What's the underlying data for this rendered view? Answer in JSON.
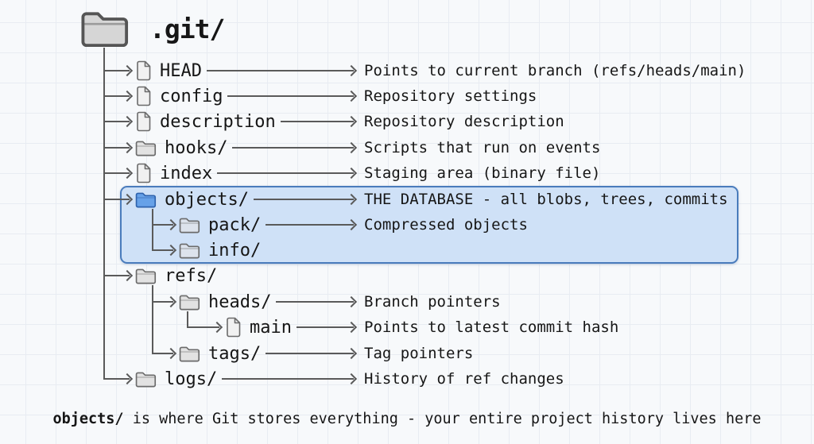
{
  "title": {
    "text": ".git/"
  },
  "tree": {
    "items": [
      {
        "name": "HEAD",
        "type": "file",
        "level": 0,
        "annotation": "Points to current branch (refs/heads/main)"
      },
      {
        "name": "config",
        "type": "file",
        "level": 0,
        "annotation": "Repository settings"
      },
      {
        "name": "description",
        "type": "file",
        "level": 0,
        "annotation": "Repository description"
      },
      {
        "name": "hooks/",
        "type": "folder",
        "level": 0,
        "annotation": "Scripts that run on events"
      },
      {
        "name": "index",
        "type": "file",
        "level": 0,
        "annotation": "Staging area (binary file)"
      },
      {
        "name": "objects/",
        "type": "folder-blue",
        "level": 0,
        "annotation": "THE DATABASE - all blobs, trees, commits",
        "highlighted": true
      },
      {
        "name": "pack/",
        "type": "folder",
        "level": 1,
        "annotation": "Compressed objects",
        "highlighted": true
      },
      {
        "name": "info/",
        "type": "folder",
        "level": 1,
        "annotation": "",
        "highlighted": true
      },
      {
        "name": "refs/",
        "type": "folder",
        "level": 0,
        "annotation": ""
      },
      {
        "name": "heads/",
        "type": "folder",
        "level": 1,
        "annotation": "Branch pointers"
      },
      {
        "name": "main",
        "type": "file",
        "level": 2,
        "annotation": "Points to latest commit hash"
      },
      {
        "name": "tags/",
        "type": "folder",
        "level": 1,
        "annotation": "Tag pointers"
      },
      {
        "name": "logs/",
        "type": "folder",
        "level": 0,
        "annotation": "History of ref changes"
      }
    ]
  },
  "footer": {
    "highlight": "objects/",
    "text": "is where Git stores everything - your entire project history lives here"
  },
  "colors": {
    "highlight_bg": "#cfe1f7",
    "highlight_border": "#4a7cbc",
    "folder_blue_fill": "#66a1e8",
    "folder_blue_stroke": "#2e62ad",
    "folder_gray_fill": "#e2e2e2",
    "folder_gray_stroke": "#6b6b6b",
    "file_fill": "#f1f1f1",
    "line": "#5a5a5a"
  }
}
